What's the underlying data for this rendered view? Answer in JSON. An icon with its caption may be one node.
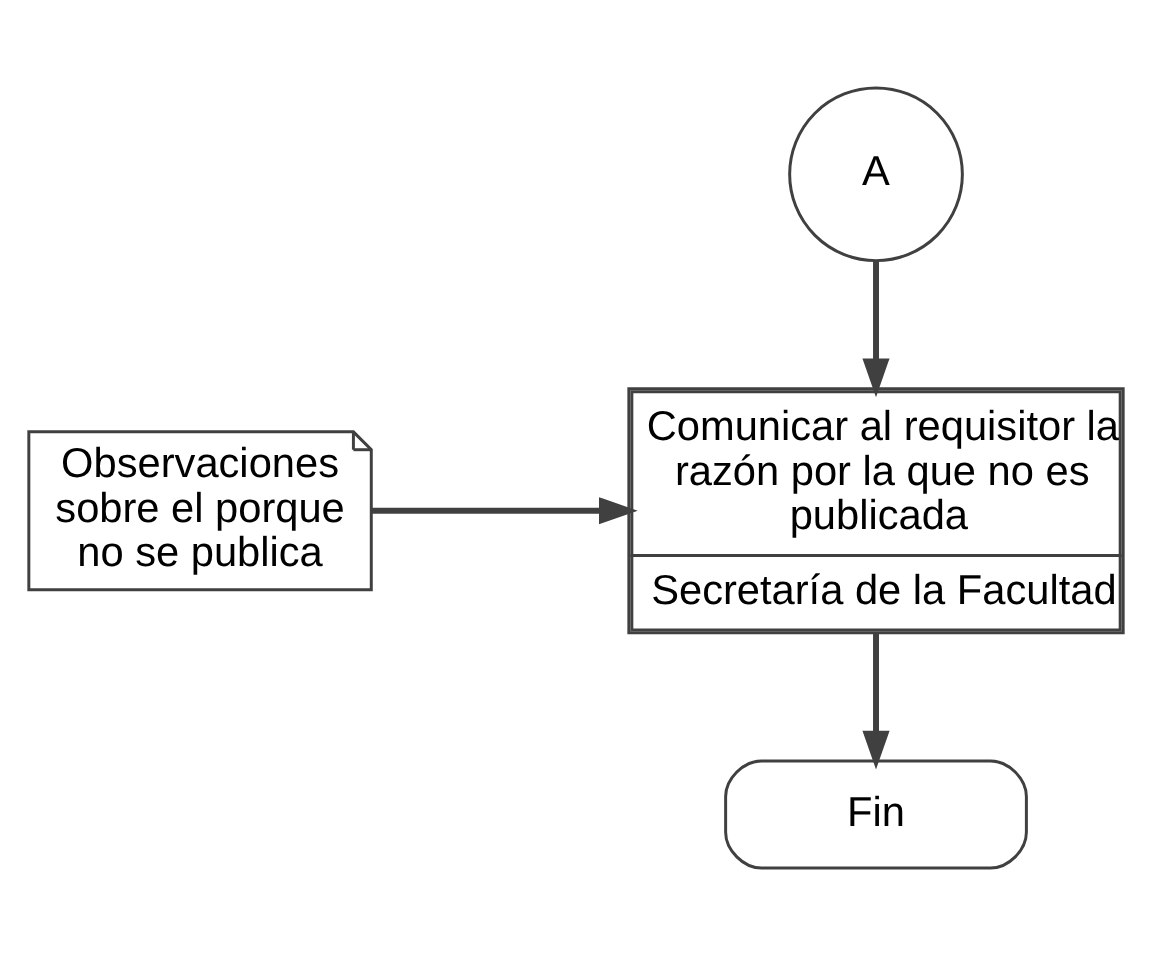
{
  "diagram": {
    "nodes": [
      {
        "text": [
          "A"
        ]
      },
      {
        "text": [
          "Observaciones sobre el porque no se publica"
        ]
      },
      {
        "text": [
          "Comunicar al requisitor la razón por la que no es publicada",
          "Secretaría de la Facultad"
        ]
      },
      {
        "text": [
          "Fin"
        ]
      }
    ],
    "edges": [
      {
        "from": 0,
        "to": 2,
        "arrow": "to"
      },
      {
        "from": 1,
        "to": 2,
        "arrow": "to"
      },
      {
        "from": 2,
        "to": 3,
        "arrow": "to"
      }
    ]
  }
}
